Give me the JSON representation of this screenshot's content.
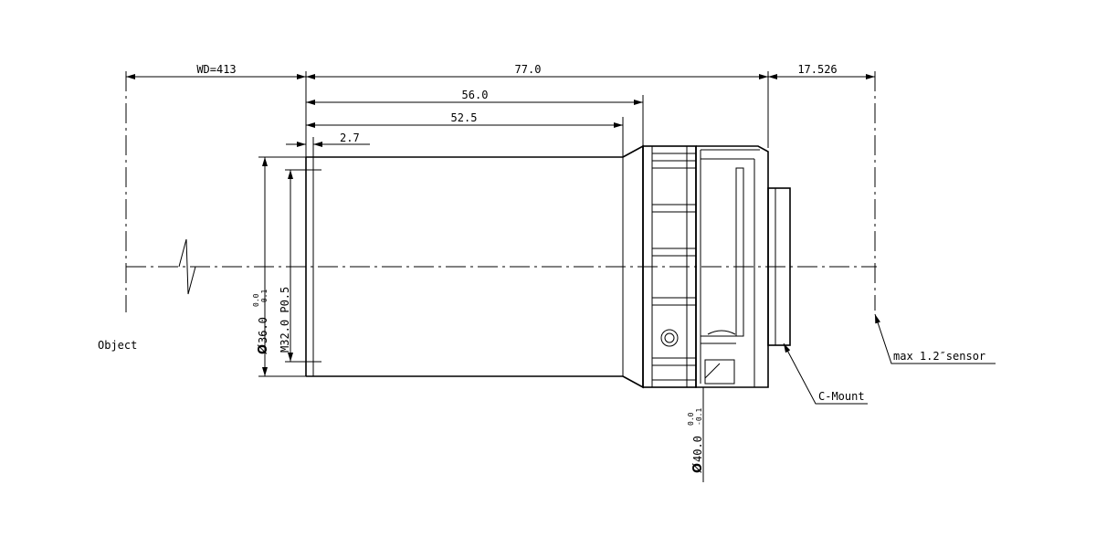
{
  "dimensions": {
    "wd": "WD=413",
    "total_length": "77.0",
    "back_focus": "17.526",
    "len_56": "56.0",
    "len_52": "52.5",
    "len_2_7": "2.7"
  },
  "labels": {
    "object": "Object",
    "cmount": "C-Mount",
    "sensor": "max 1.2″sensor",
    "dia36": "36.0",
    "thread": "M32.0 P0.5",
    "dia40": "40.0",
    "tol_upper": "0.0",
    "tol_lower": "-0.1"
  },
  "symbols": {
    "diameter": "Ø"
  }
}
